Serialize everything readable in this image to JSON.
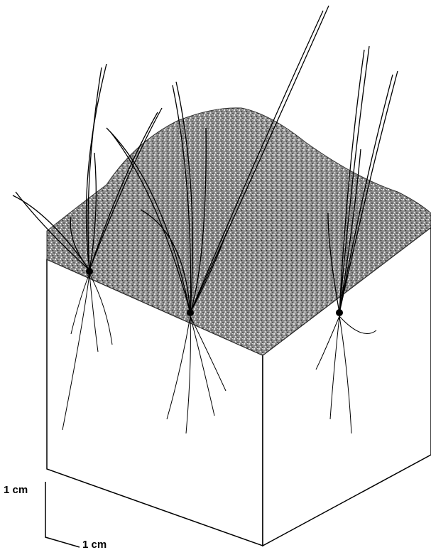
{
  "scale_bar": {
    "vertical_label": "1 cm",
    "horizontal_label": "1 cm"
  },
  "colors": {
    "ink": "#000000",
    "paper": "#ffffff",
    "soil_surface": "#7a7a7a"
  },
  "plants": [
    {
      "name": "grass-seedling-left"
    },
    {
      "name": "grass-seedling-center"
    },
    {
      "name": "grass-seedling-right"
    }
  ]
}
